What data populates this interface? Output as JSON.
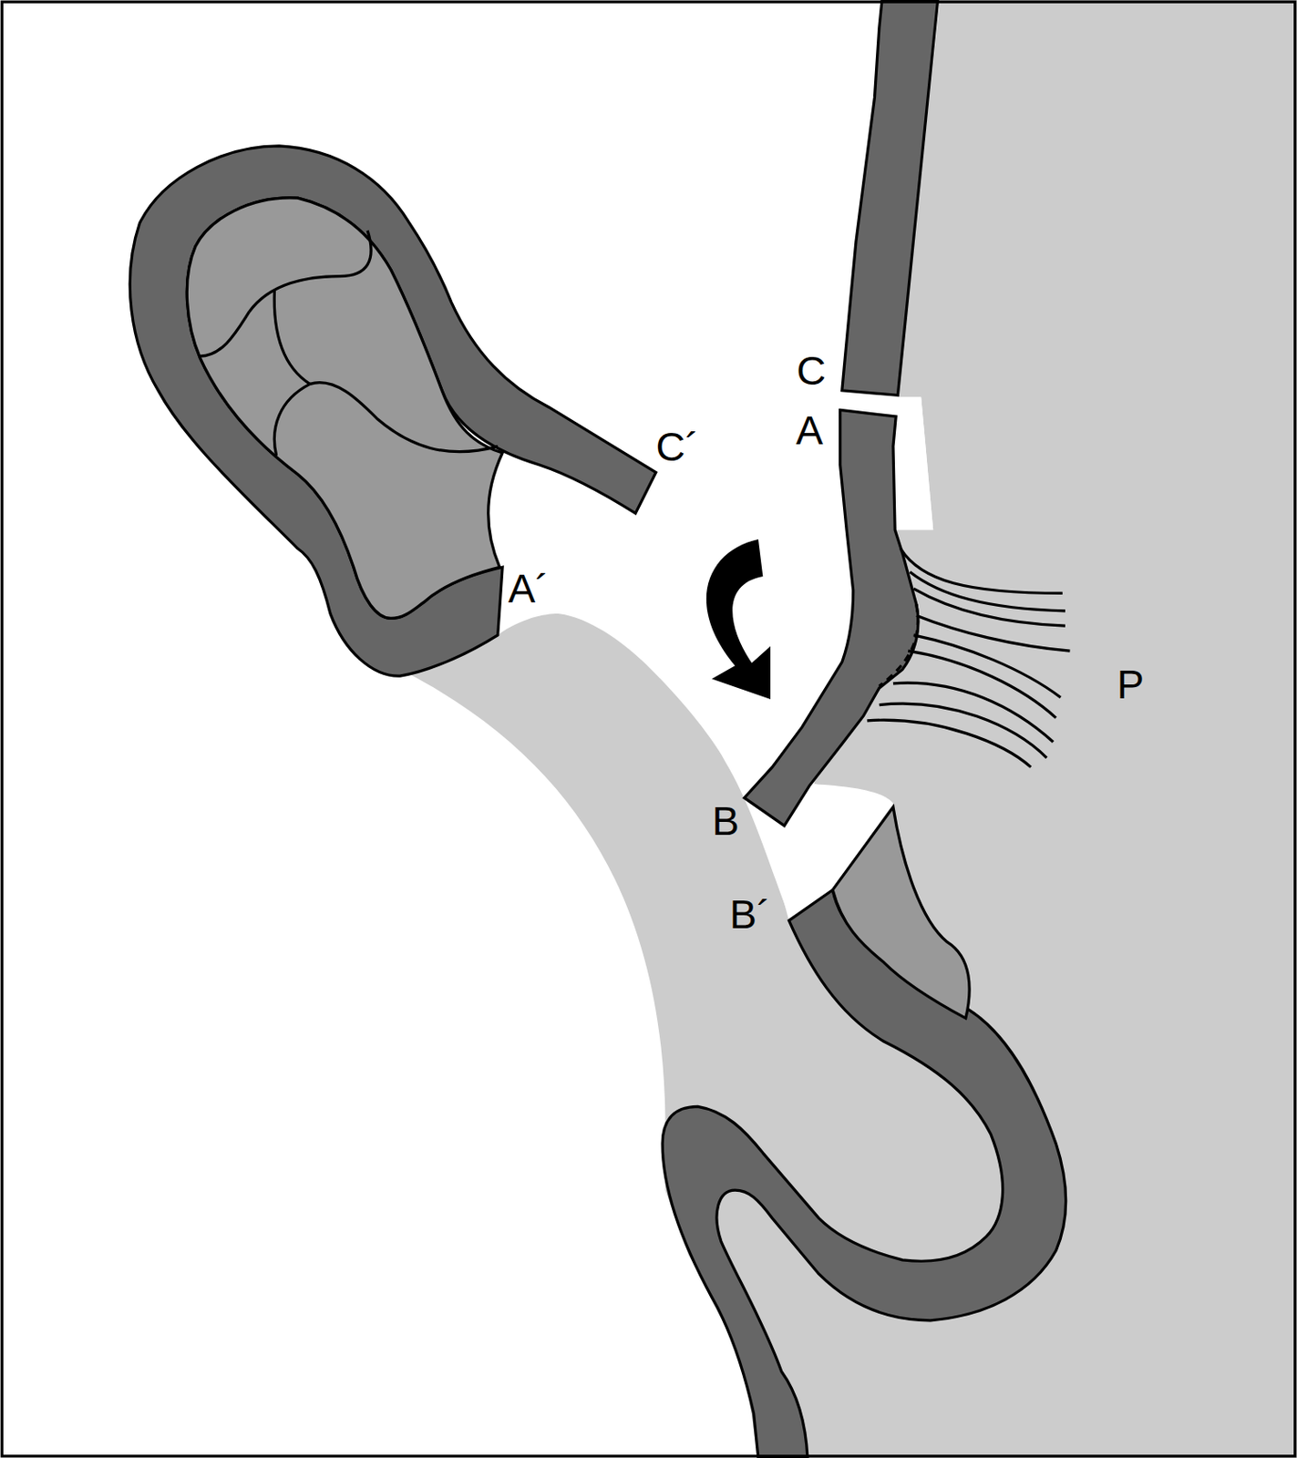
{
  "diagram": {
    "labels": [
      "C",
      "A",
      "C´",
      "A´",
      "B",
      "B´",
      "P"
    ]
  }
}
